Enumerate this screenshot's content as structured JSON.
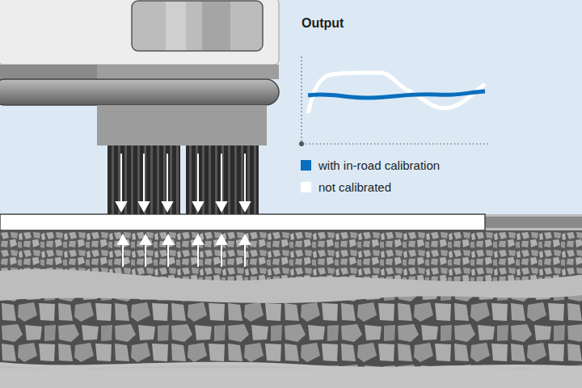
{
  "diagram": {
    "labels": [
      "Output"
    ],
    "legend": [
      {
        "text": "with in-road calibration",
        "color": "#0a6ebd"
      },
      {
        "text": "not calibrated",
        "color": "#ffffff"
      }
    ]
  }
}
